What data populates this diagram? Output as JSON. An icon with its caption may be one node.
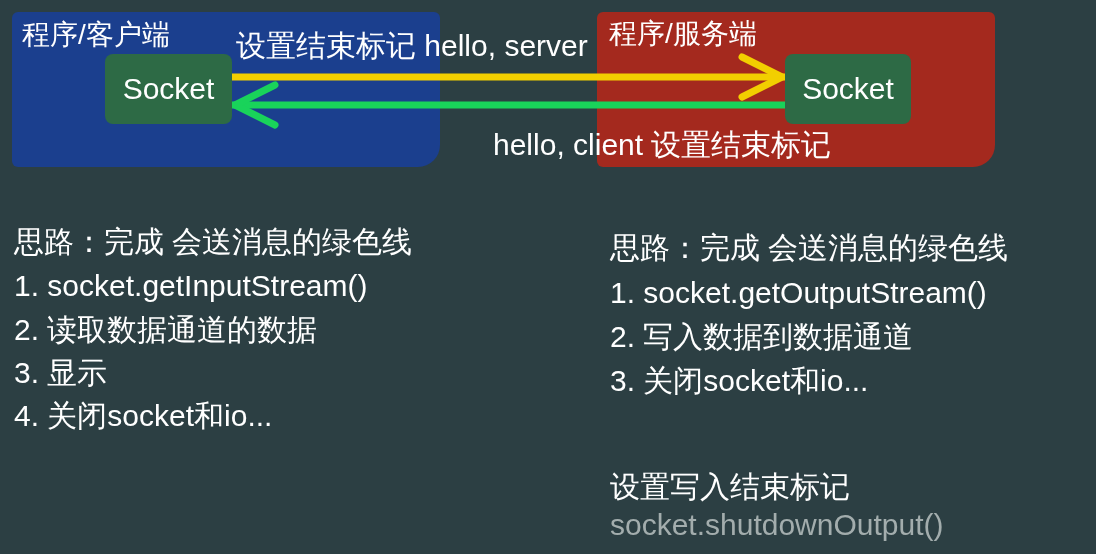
{
  "diagram": {
    "nodes": [
      {
        "text": [
          "程序/客户端"
        ]
      },
      {
        "text": [
          "Socket"
        ],
        "in": 0
      },
      {
        "text": [
          "程序/服务端"
        ]
      },
      {
        "text": [
          "Socket"
        ],
        "in": 2
      }
    ],
    "edges": [
      {
        "from": 1,
        "to": 3,
        "arrow": "to",
        "label": "设置结束标记 hello, server",
        "color": "#f2cf00"
      },
      {
        "from": 3,
        "to": 1,
        "arrow": "to",
        "label": "hello, client 设置结束标记",
        "color": "#19d35a"
      }
    ],
    "labels": [
      "思路：完成 会送消息的绿色线",
      "1. socket.getInputStream()",
      "2. 读取数据通道的数据",
      "3. 显示",
      "4. 关闭socket和io...",
      "思路：完成 会送消息的绿色线",
      "1. socket.getOutputStream()",
      "2. 写入数据到数据通道",
      "3. 关闭socket和io...",
      "设置写入结束标记",
      "socket.shutdownOutput()"
    ]
  }
}
